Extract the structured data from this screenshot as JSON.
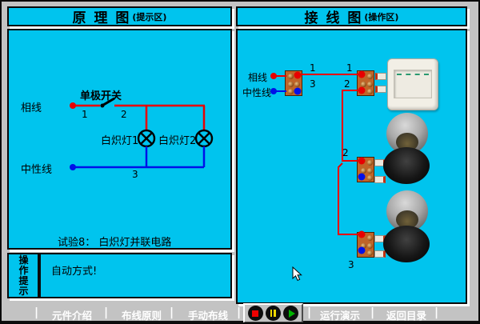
{
  "left_panel": {
    "title": "原 理 图",
    "subtitle": "(提示区)",
    "switch_label": "单极开关",
    "phase_label": "相线",
    "neutral_label": "中性线",
    "lamp1_label": "白炽灯1",
    "lamp2_label": "白炽灯2",
    "num1": "1",
    "num2": "2",
    "num3": "3",
    "caption": "试验8：  白炽灯并联电路"
  },
  "right_panel": {
    "title": "接 线 图",
    "subtitle": "(操作区)",
    "phase_label": "相线",
    "neutral_label": "中性线",
    "num1_a": "1",
    "num1_b": "1",
    "num3_a": "3",
    "num2_a": "2",
    "num2_b": "2",
    "num3_b": "3"
  },
  "hint_panel": {
    "title": "操作提示",
    "message": "自动方式!"
  },
  "toolbar": {
    "separator": "|",
    "items": [
      "元件介绍",
      "布线原则",
      "手动布线",
      "运行演示",
      "返回目录"
    ],
    "playback": [
      "stop",
      "pause",
      "play"
    ]
  },
  "colors": {
    "background_cyan": "#00c4ee",
    "chrome_gray": "#c3c3c3",
    "wire_red": "#e80000",
    "wire_blue": "#0010e8",
    "terminal_orange": "#c06428",
    "stop_red": "#ee0000",
    "pause_yellow": "#f0d800",
    "play_green": "#00b400"
  }
}
